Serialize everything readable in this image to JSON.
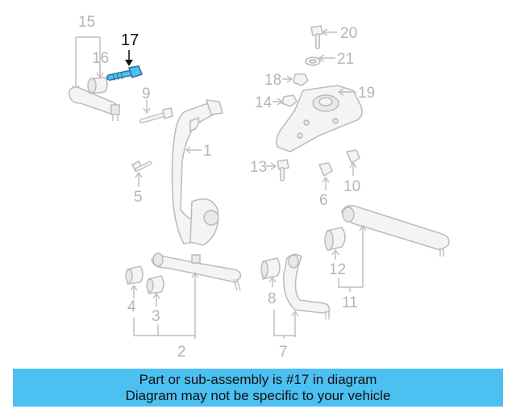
{
  "diagram": {
    "highlighted_part": "17",
    "highlight_color": "#4cc0f0",
    "callouts": {
      "c1": "1",
      "c2": "2",
      "c3": "3",
      "c4": "4",
      "c5": "5",
      "c6": "6",
      "c7": "7",
      "c8": "8",
      "c9": "9",
      "c10": "10",
      "c11": "11",
      "c12": "12",
      "c13": "13",
      "c14": "14",
      "c15": "15",
      "c16": "16",
      "c17": "17",
      "c18": "18",
      "c19": "19",
      "c20": "20",
      "c21": "21"
    }
  },
  "banner": {
    "line1": "Part or sub-assembly is #17 in diagram",
    "line2": "Diagram may not be specific to your vehicle",
    "background": "#4cc0f0"
  }
}
